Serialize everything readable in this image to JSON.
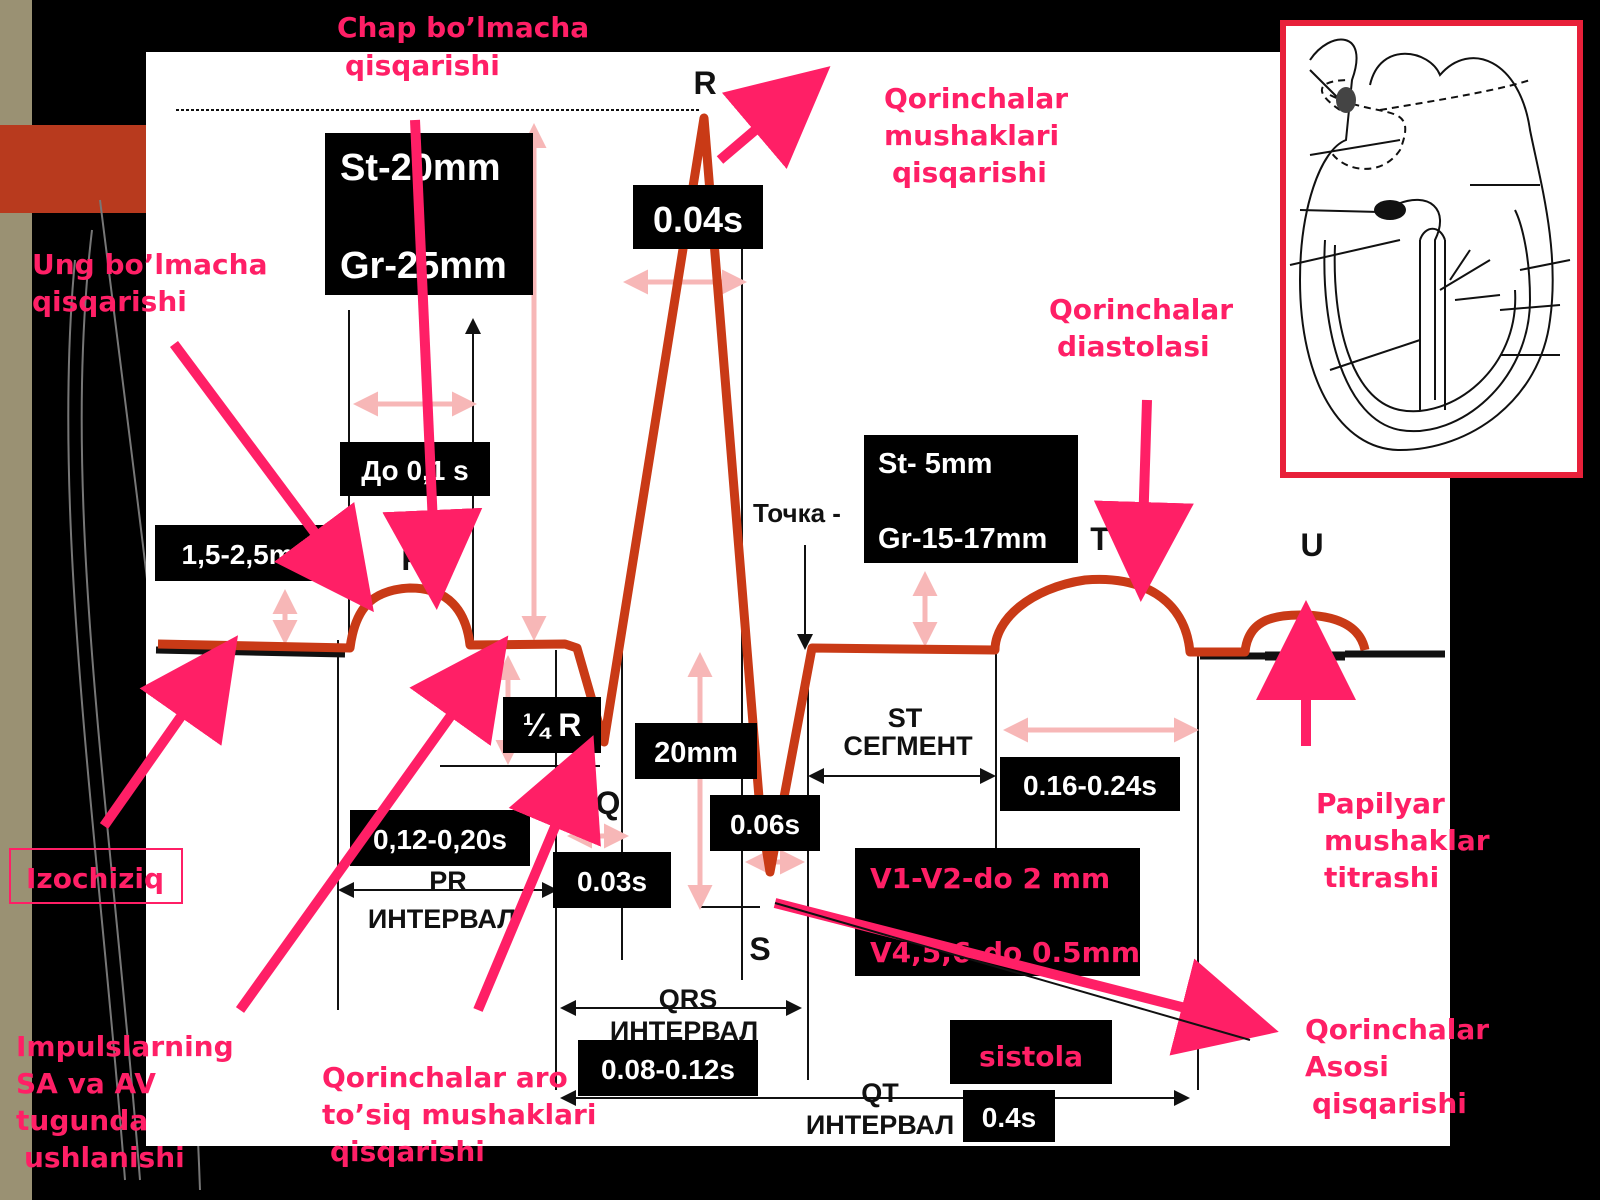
{
  "labels": {
    "chap_bolmacha": [
      "Chap bo’lmacha",
      "qisqarishi"
    ],
    "ung_bolmacha": [
      "Ung bo’lmacha",
      "qisqarishi"
    ],
    "qorinchalar_mushaklari": [
      "Qorinchalar",
      "mushaklari",
      "qisqarishi"
    ],
    "qorinchalar_diastolasi": [
      "Qorinchalar",
      "diastolasi"
    ],
    "papilyar": [
      "Papilyar",
      "mushaklar",
      "titrashi"
    ],
    "qorinchalar_asosi": [
      "Qorinchalar",
      "Asosi",
      "qisqarishi"
    ],
    "qorinchalar_aro": [
      "Qorinchalar aro",
      "to’siq mushaklari",
      "qisqarishi"
    ],
    "impulslarning": [
      "Impulslarning",
      "SA va AV",
      "tugunda",
      "ushlanishi"
    ],
    "izochiziq": "Izochiziq"
  },
  "boxes": {
    "p_dims": [
      "St-20mm",
      "Gr-25mm"
    ],
    "r_duration": "0.04s",
    "p_duration": "До 0,1 s",
    "p_amplitude": "1,5-2,5mm",
    "q_depth": "¼ R",
    "r_amplitude": "20mm",
    "s_duration": "0.06s",
    "pr_interval": "0,12-0,20s",
    "q_duration": "0.03s",
    "qrs_interval": "0.08-0.12s",
    "t_dims": [
      "St- 5mm",
      "Gr-15-17mm"
    ],
    "t_duration": "0.16-0.24s",
    "st_elevation": [
      "V1-V2-do 2 mm",
      "V4,5,6-do 0.5mm"
    ],
    "sistola": "sistola",
    "qt_value": "0.4s"
  },
  "waves": {
    "p": "P",
    "q": "Q",
    "r": "R",
    "s": "S",
    "t": "T",
    "u": "U"
  },
  "annotations": {
    "tochka": "Точка -",
    "st_segment": [
      "ST",
      "СЕГМЕНТ"
    ],
    "pr_interval": [
      "PR",
      "ИНТЕРВАЛ"
    ],
    "qrs_interval": [
      "QRS",
      "ИНТЕРВАЛ"
    ],
    "qt_interval": [
      "QT",
      "ИНТЕРВАЛ"
    ]
  },
  "colors": {
    "accent": "#ff1f66",
    "wave": "#c93a16",
    "slide_orange": "#b83a1e"
  }
}
